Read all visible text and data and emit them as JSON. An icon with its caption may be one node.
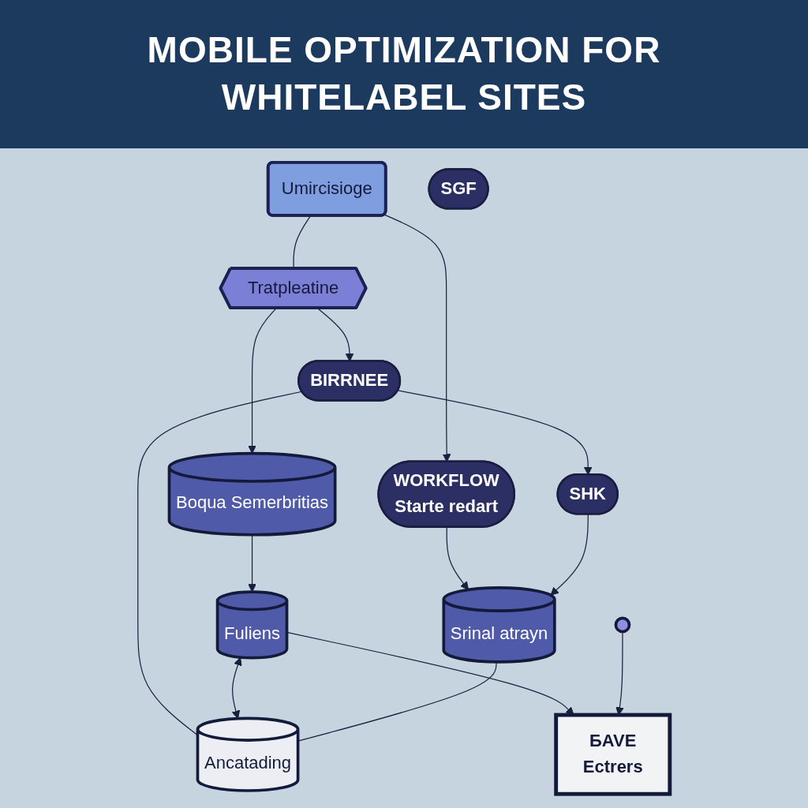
{
  "diagram": {
    "title": "MOBILE OPTIMIZATION FOR WHITELABEL SITES",
    "nodes": [
      {
        "text": [
          "Umircisioge"
        ]
      },
      {
        "text": [
          "Tratpleatine"
        ]
      },
      {
        "text": [
          "Boqua Semerbritias"
        ]
      },
      {
        "text": [
          "WORKFLOW",
          "Starte redart"
        ]
      },
      {
        "text": [
          "BIRRNEE"
        ]
      },
      {
        "text": [
          "Fuliens"
        ]
      },
      {
        "text": [
          "SGF"
        ]
      },
      {
        "text": [
          "Ancatading"
        ]
      },
      {
        "text": [
          "SHK"
        ]
      },
      {
        "text": [],
        "shape": "circle"
      },
      {
        "text": [
          "Srinal atrayn"
        ]
      },
      {
        "text": [
          "БAVE",
          "Ectrers"
        ]
      }
    ],
    "edges": [
      {
        "from": 0,
        "to": 1,
        "arrow": "none"
      },
      {
        "from": 1,
        "to": 2,
        "arrow": "to"
      },
      {
        "from": 0,
        "to": 3,
        "arrow": "to"
      },
      {
        "from": 1,
        "to": 4,
        "arrow": "to"
      },
      {
        "from": 2,
        "to": 5,
        "arrow": "to"
      },
      {
        "from": 4,
        "to": 8,
        "arrow": "to"
      },
      {
        "from": 4,
        "to": 7,
        "arrow": "none"
      },
      {
        "from": 5,
        "to": 7,
        "arrow": "both"
      },
      {
        "from": 3,
        "to": 10,
        "arrow": "to"
      },
      {
        "from": 8,
        "to": 10,
        "arrow": "to"
      },
      {
        "from": 10,
        "to": 7,
        "arrow": "none"
      },
      {
        "from": 5,
        "to": 11,
        "arrow": "to"
      },
      {
        "from": 9,
        "to": 11,
        "arrow": "to"
      }
    ]
  }
}
